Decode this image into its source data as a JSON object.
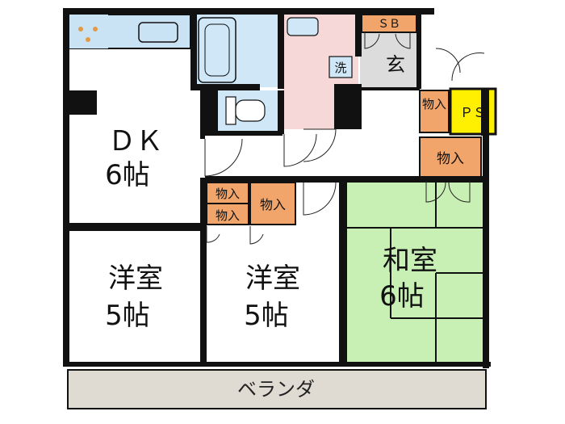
{
  "rooms": {
    "dk": {
      "label": "ＤＫ",
      "size": "6帖"
    },
    "western1": {
      "label": "洋室",
      "size": "5帖"
    },
    "western2": {
      "label": "洋室",
      "size": "5帖"
    },
    "japanese": {
      "label": "和室",
      "size": "6帖"
    }
  },
  "labels": {
    "veranda": "ベランダ",
    "entrance": "玄",
    "shoe_box": "ＳＢ",
    "washer": "洗",
    "pipe_space": "ＰＳ",
    "storage": "物入"
  },
  "colors": {
    "japanese_room": "#c8f0b4",
    "storage": "#f2a56b",
    "pipe_space": "#ffef00",
    "veranda": "#e0dbd2",
    "washroom": "#f6d8d8",
    "entrance": "#dcdcdc",
    "bath": "#cfe7f6",
    "kitchen": "#c9e3f4"
  }
}
